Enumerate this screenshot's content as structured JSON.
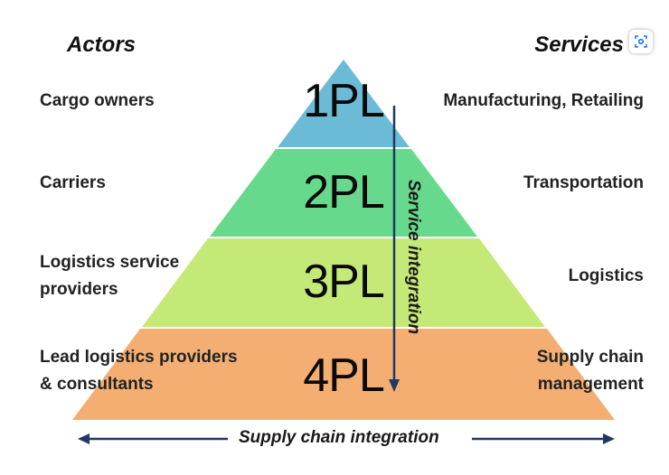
{
  "headings": {
    "actors": "Actors",
    "services": "Services"
  },
  "levels": [
    {
      "id": "1PL",
      "actor": [
        "Cargo owners"
      ],
      "service": [
        "Manufacturing, Retailing"
      ],
      "color": "#6bbad6"
    },
    {
      "id": "2PL",
      "actor": [
        "Carriers"
      ],
      "service": [
        "Transportation"
      ],
      "color": "#66d98c"
    },
    {
      "id": "3PL",
      "actor": [
        "Logistics service",
        "providers"
      ],
      "service": [
        "Logistics"
      ],
      "color": "#c4e977"
    },
    {
      "id": "4PL",
      "actor": [
        "Lead logistics providers",
        "& consultants"
      ],
      "service": [
        "Supply chain",
        "management"
      ],
      "color": "#f4ae72"
    }
  ],
  "arrows": {
    "vertical": "Service integration",
    "horizontal": "Supply chain integration",
    "arrow_color": "#1f3864"
  },
  "icons": {
    "lens": "visual-search-icon"
  }
}
